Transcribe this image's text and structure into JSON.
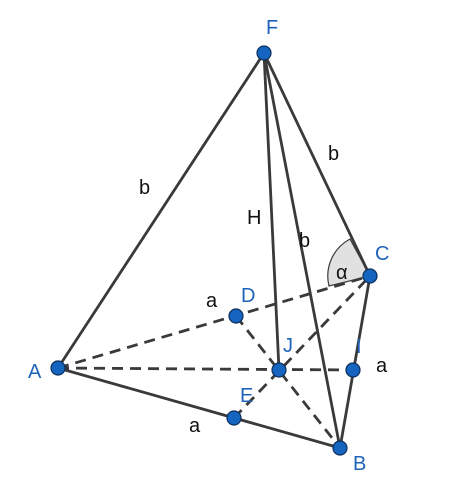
{
  "points": {
    "A": "A",
    "B": "B",
    "C": "C",
    "D": "D",
    "E": "E",
    "F": "F",
    "I": "I",
    "J": "J"
  },
  "edge_labels": {
    "FA": "b",
    "FC": "b",
    "FB": "b",
    "FJ": "H",
    "AD": "a",
    "AE": "a",
    "CI": "a"
  },
  "angle_label": "α",
  "colors": {
    "point": "#1565c0",
    "label": "#1e63b8",
    "edge": "#3a3a3a"
  }
}
